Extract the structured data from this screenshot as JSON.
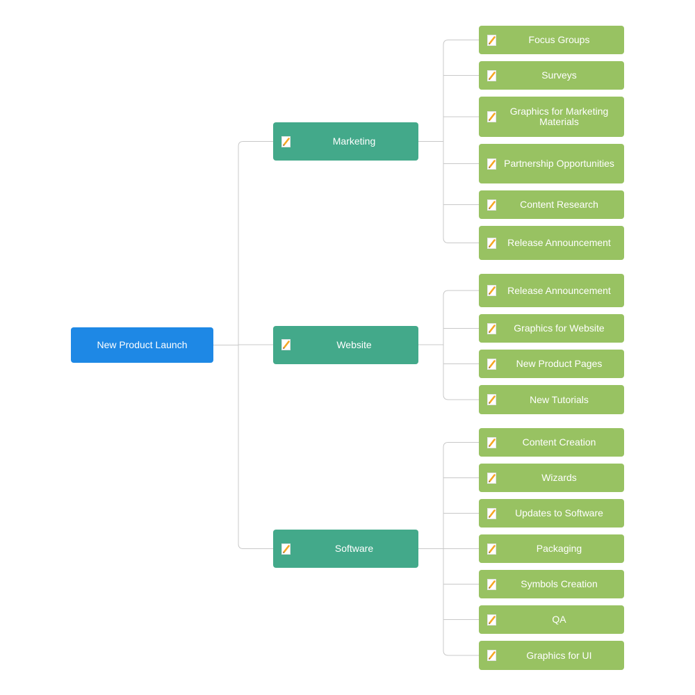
{
  "mindmap": {
    "root": {
      "label": "New Product Launch"
    },
    "branches": [
      {
        "label": "Marketing",
        "icon": "note-icon",
        "children": [
          {
            "label": "Focus Groups",
            "icon": "note-icon"
          },
          {
            "label": "Surveys",
            "icon": "note-icon"
          },
          {
            "label": "Graphics for Marketing Materials",
            "icon": "note-icon"
          },
          {
            "label": "Partnership Opportunities",
            "icon": "note-icon"
          },
          {
            "label": "Content Research",
            "icon": "note-icon"
          },
          {
            "label": "Release Announcement",
            "icon": "note-icon"
          }
        ]
      },
      {
        "label": "Website",
        "icon": "note-icon",
        "children": [
          {
            "label": "Release Announcement",
            "icon": "note-icon"
          },
          {
            "label": "Graphics for Website",
            "icon": "note-icon"
          },
          {
            "label": "New Product Pages",
            "icon": "note-icon"
          },
          {
            "label": "New Tutorials",
            "icon": "note-icon"
          }
        ]
      },
      {
        "label": "Software",
        "icon": "note-icon",
        "children": [
          {
            "label": "Content Creation",
            "icon": "note-icon"
          },
          {
            "label": "Wizards",
            "icon": "note-icon"
          },
          {
            "label": "Updates to Software",
            "icon": "note-icon"
          },
          {
            "label": "Packaging",
            "icon": "note-icon"
          },
          {
            "label": "Symbols Creation",
            "icon": "note-icon"
          },
          {
            "label": "QA",
            "icon": "note-icon"
          },
          {
            "label": "Graphics for UI",
            "icon": "note-icon"
          }
        ]
      }
    ]
  },
  "colors": {
    "root": "#1e88e5",
    "branch": "#43a98a",
    "leaf": "#98c262",
    "connector": "#c8c8c8",
    "text": "#ffffff"
  }
}
